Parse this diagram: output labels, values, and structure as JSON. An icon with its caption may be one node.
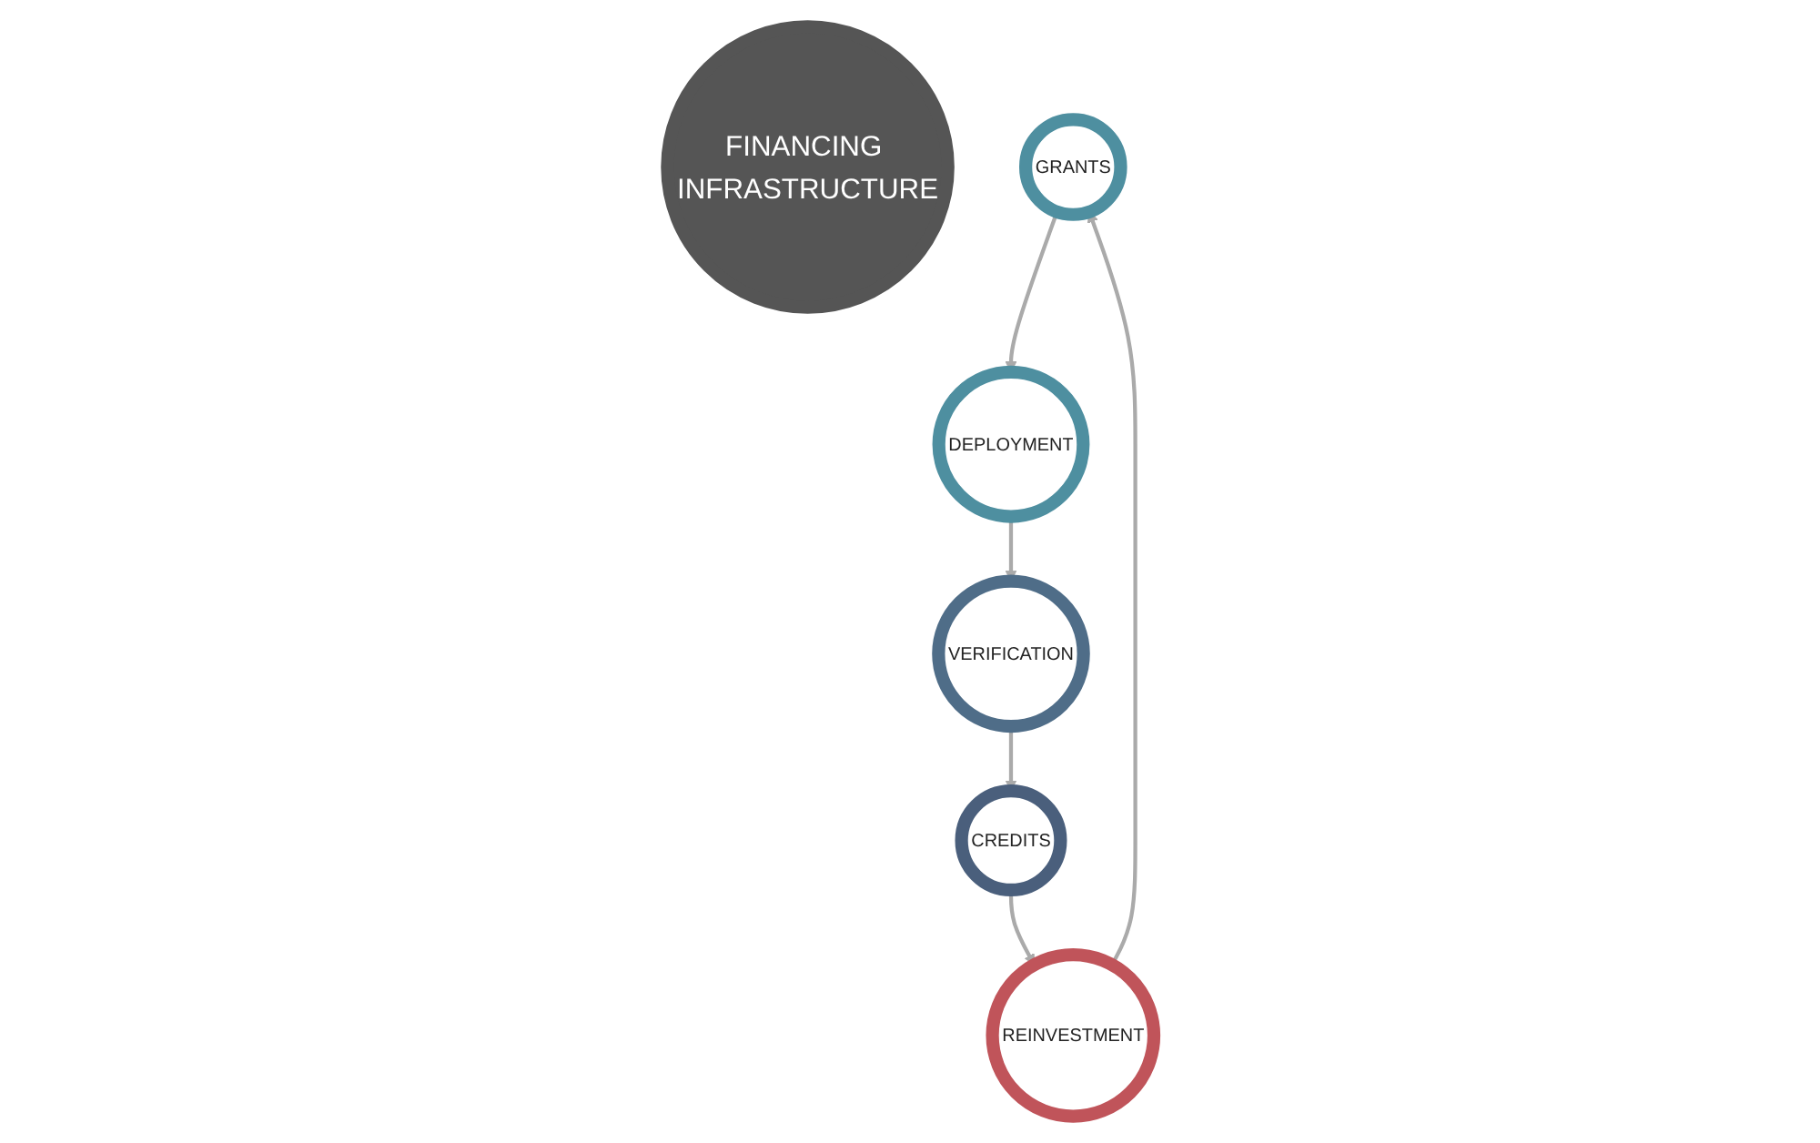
{
  "diagram": {
    "nodes": [
      {
        "text": [
          "FINANCING INFRASTRUCTURE"
        ]
      },
      {
        "text": [
          "GRANTS"
        ]
      },
      {
        "text": [
          "DEPLOYMENT"
        ]
      },
      {
        "text": [
          "VERIFICATION"
        ]
      },
      {
        "text": [
          "CREDITS"
        ]
      },
      {
        "text": [
          "REINVESTMENT"
        ]
      }
    ],
    "edges": [
      {
        "from": 1,
        "to": 2,
        "arrow": "to"
      },
      {
        "from": 2,
        "to": 3,
        "arrow": "to"
      },
      {
        "from": 3,
        "to": 4,
        "arrow": "to"
      },
      {
        "from": 4,
        "to": 5,
        "arrow": "to"
      },
      {
        "from": 5,
        "to": 1,
        "arrow": "to"
      }
    ]
  }
}
